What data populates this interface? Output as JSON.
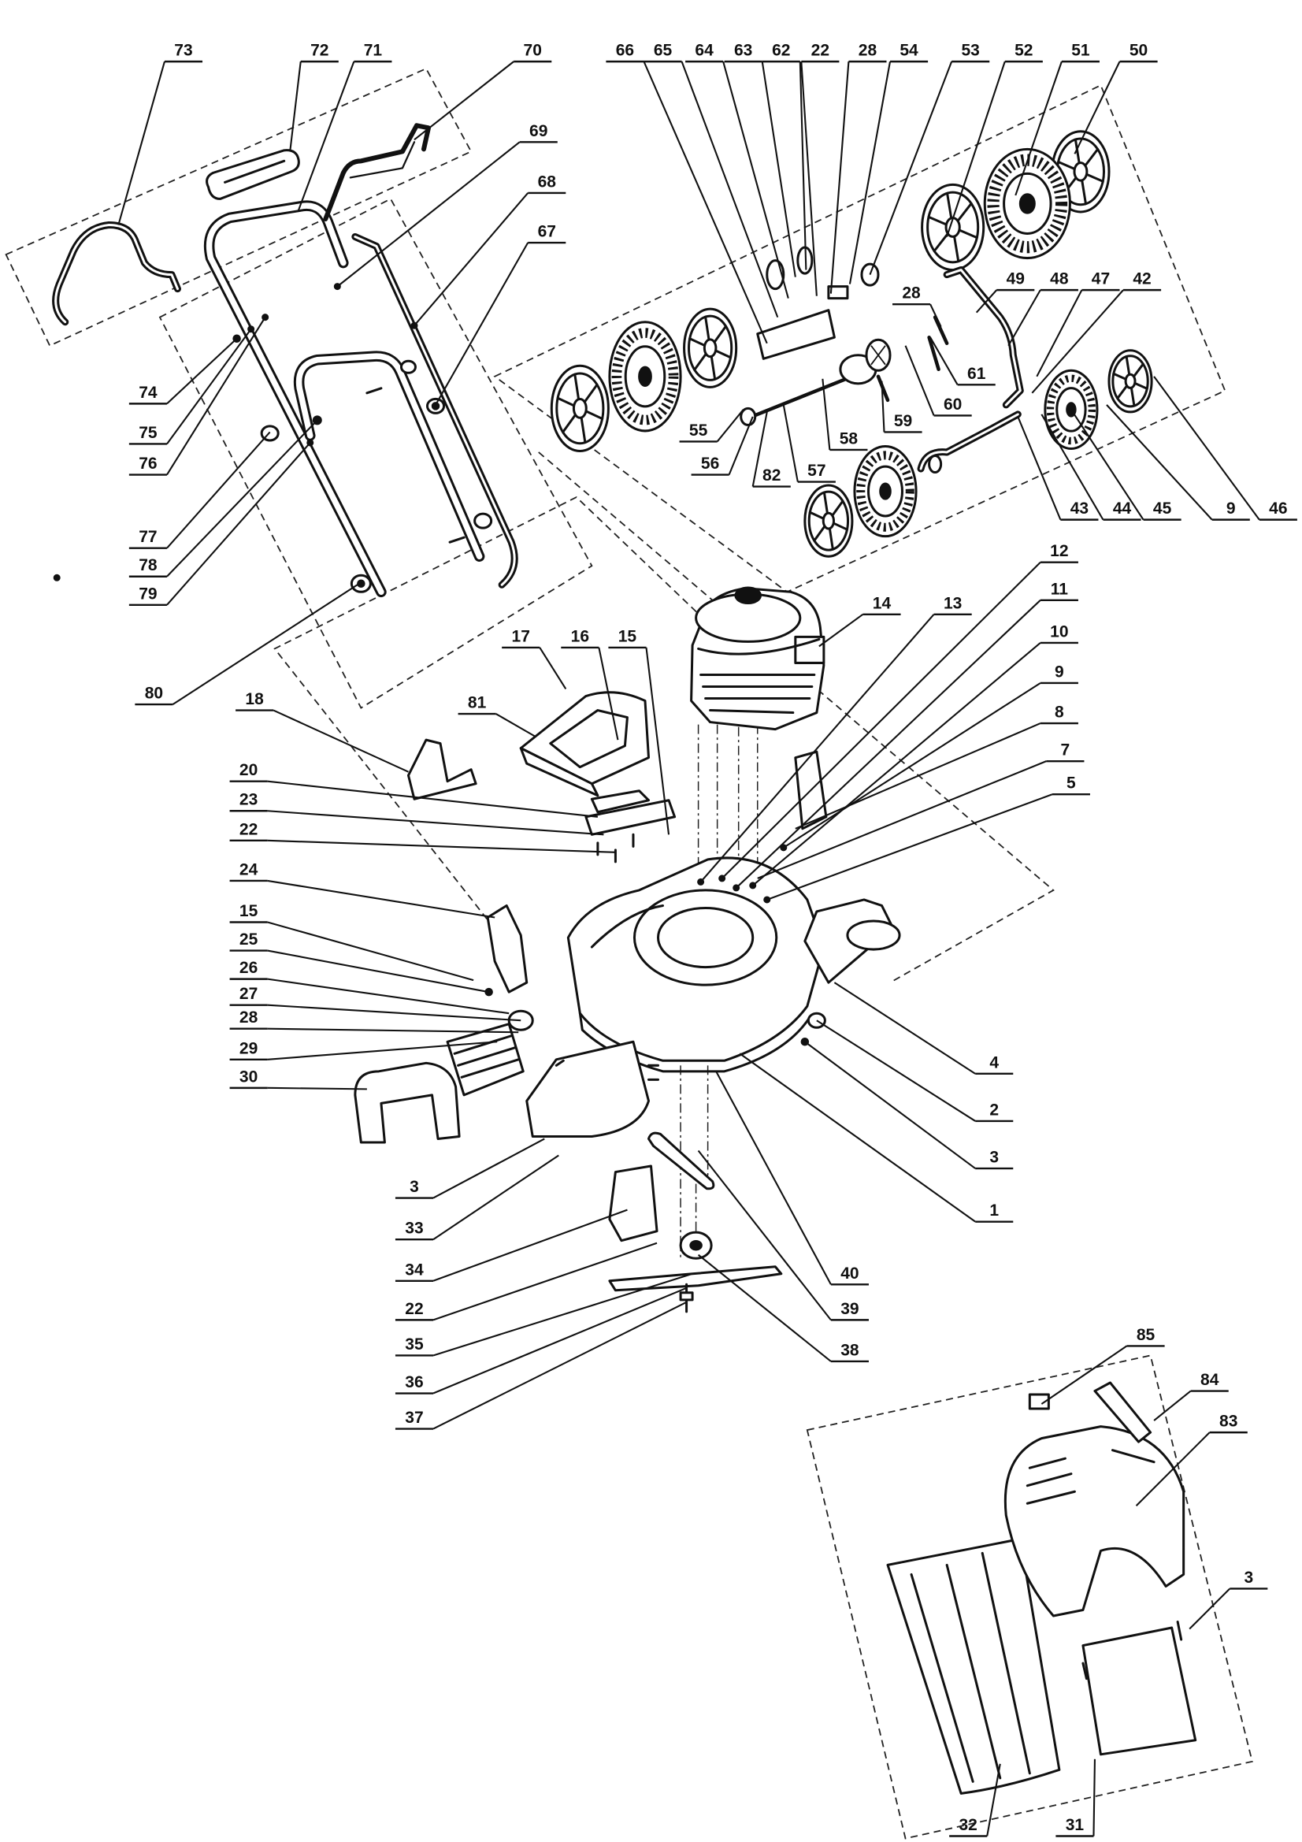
{
  "colors": {
    "line": "#111111",
    "background": "#ffffff"
  },
  "diagram": {
    "callouts": [
      "73",
      "72",
      "71",
      "70",
      "69",
      "68",
      "67",
      "74",
      "75",
      "76",
      "77",
      "78",
      "79",
      "80",
      "66",
      "65",
      "64",
      "63",
      "62",
      "22",
      "28",
      "54",
      "53",
      "52",
      "51",
      "50",
      "49",
      "48",
      "47",
      "42",
      "28",
      "61",
      "60",
      "59",
      "58",
      "57",
      "82",
      "56",
      "55",
      "43",
      "44",
      "45",
      "9",
      "46",
      "14",
      "13",
      "12",
      "11",
      "10",
      "9",
      "8",
      "7",
      "5",
      "17",
      "16",
      "15",
      "81",
      "18",
      "20",
      "23",
      "22",
      "24",
      "15",
      "25",
      "26",
      "27",
      "28",
      "29",
      "30",
      "4",
      "2",
      "3",
      "1",
      "3",
      "33",
      "34",
      "22",
      "35",
      "36",
      "37",
      "40",
      "39",
      "38",
      "85",
      "84",
      "83",
      "3",
      "32",
      "31"
    ]
  }
}
